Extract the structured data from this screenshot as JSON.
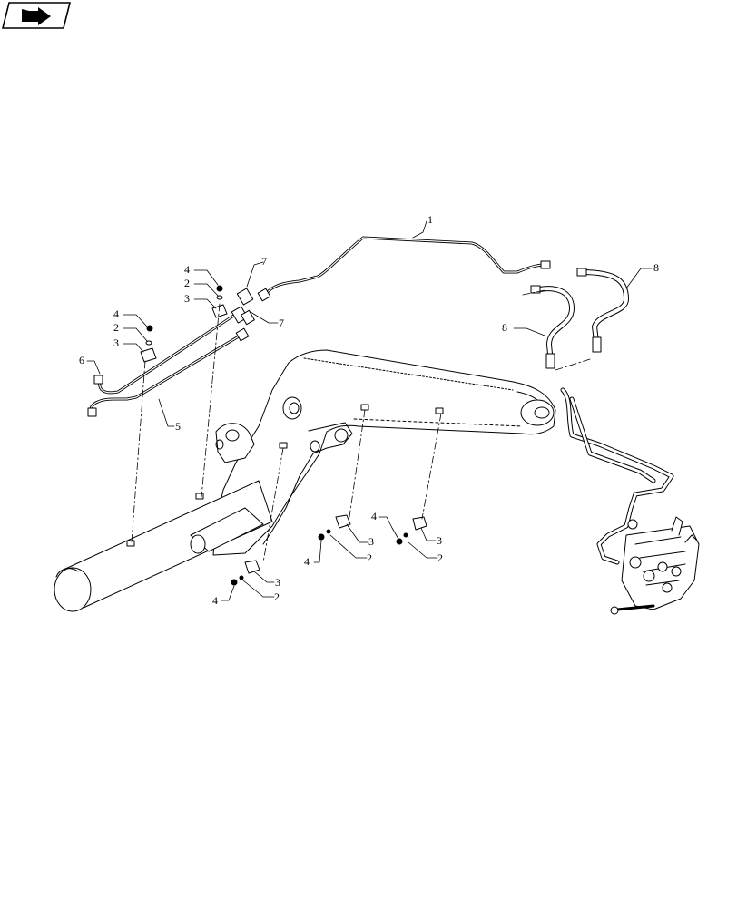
{
  "navigation": {
    "icon": "page-turn-arrow-icon"
  },
  "callouts": [
    {
      "id": "c1",
      "text": "1"
    },
    {
      "id": "c4a",
      "text": "4"
    },
    {
      "id": "c2a",
      "text": "2"
    },
    {
      "id": "c3a",
      "text": "3"
    },
    {
      "id": "c7a",
      "text": "7"
    },
    {
      "id": "c4b",
      "text": "4"
    },
    {
      "id": "c2b",
      "text": "2"
    },
    {
      "id": "c3b",
      "text": "3"
    },
    {
      "id": "c7b",
      "text": "7"
    },
    {
      "id": "c6",
      "text": "6"
    },
    {
      "id": "c5",
      "text": "5"
    },
    {
      "id": "c8a",
      "text": "8"
    },
    {
      "id": "c8b",
      "text": "8"
    },
    {
      "id": "c4c",
      "text": "4"
    },
    {
      "id": "c3c",
      "text": "3"
    },
    {
      "id": "c2c",
      "text": "2"
    },
    {
      "id": "c4d",
      "text": "4"
    },
    {
      "id": "c3d",
      "text": "3"
    },
    {
      "id": "c2d",
      "text": "2"
    },
    {
      "id": "c4e",
      "text": "4"
    },
    {
      "id": "c3e",
      "text": "3"
    },
    {
      "id": "c2e",
      "text": "2"
    }
  ]
}
